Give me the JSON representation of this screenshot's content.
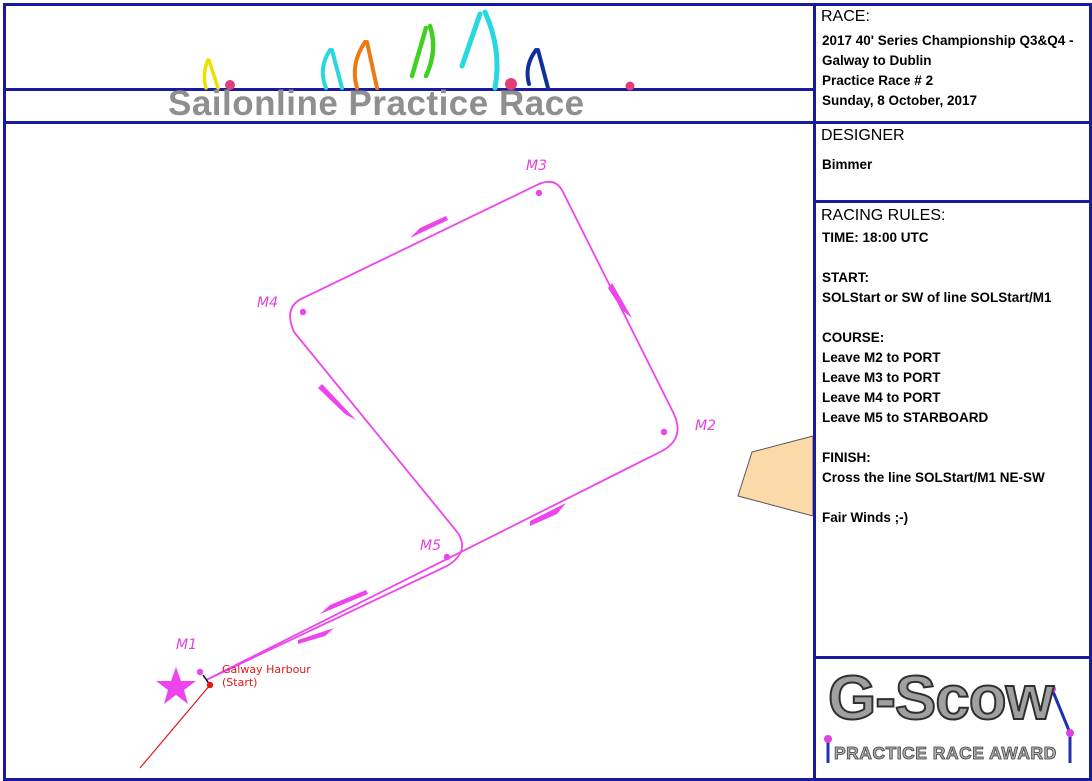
{
  "header": {
    "title": "Sailonline Practice Race"
  },
  "race": {
    "heading": "RACE:",
    "line1": "2017 40' Series Championship Q3&Q4 -",
    "line2": "Galway to Dublin",
    "line3": "Practice Race # 2",
    "line4": "Sunday, 8 October, 2017"
  },
  "designer": {
    "heading": "DESIGNER",
    "name": "Bimmer"
  },
  "rules": {
    "heading": "RACING RULES:",
    "time": "TIME: 18:00 UTC",
    "start_heading": "START:",
    "start_text": "SOLStart or SW of line SOLStart/M1",
    "course_heading": "COURSE:",
    "course": [
      "Leave M2 to PORT",
      "Leave M3 to PORT",
      "Leave M4 to PORT",
      "Leave M5 to STARBOARD"
    ],
    "finish_heading": "FINISH:",
    "finish_text": "Cross the line SOLStart/M1 NE-SW",
    "closing": "Fair Winds ;-)"
  },
  "map": {
    "marks": [
      "M1",
      "M2",
      "M3",
      "M4",
      "M5"
    ],
    "start_label_line1": "Galway Harbour",
    "start_label_line2": "(Start)",
    "route_color": "#ee44ee",
    "start_color": "#e01818",
    "land_color": "#fcd9a8"
  },
  "award": {
    "title": "G-Scow",
    "subtitle": "PRACTICE RACE AWARD"
  },
  "colors": {
    "border": "#1a1aa0",
    "title_gray": "#8f8f8f",
    "sail_yellow": "#f0e000",
    "sail_cyan": "#28d8e0",
    "sail_orange": "#f07810",
    "sail_green": "#40d020",
    "sail_blue": "#1030a0",
    "buoy_pink": "#e0407a"
  }
}
